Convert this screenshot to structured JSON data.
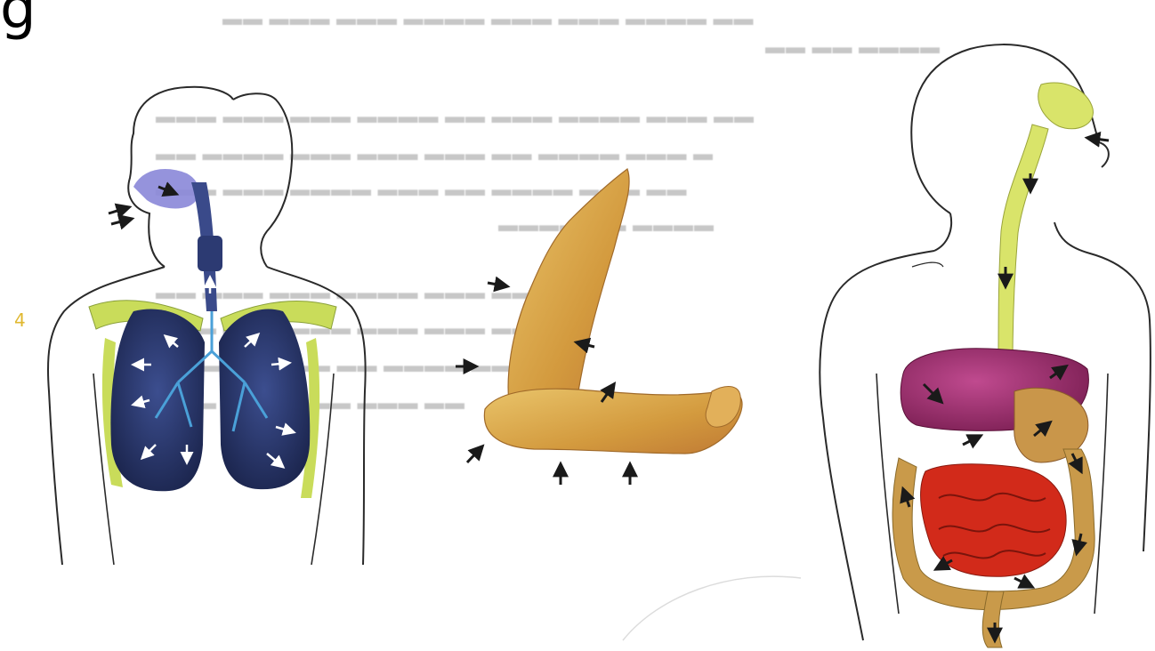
{
  "header_glyph": "g",
  "margin_mark": "4",
  "figures": [
    {
      "id": "respiratory",
      "icon": "lungs-figure"
    },
    {
      "id": "arm",
      "icon": "arm-figure"
    },
    {
      "id": "digestive",
      "icon": "digestive-figure"
    }
  ],
  "colors": {
    "outline": "#2a2a2a",
    "lungs": "#2e3f7a",
    "airway": "#8a87d8",
    "bone": "#c9dc5a",
    "arm": "#d9a64a",
    "liver": "#9a2a6a",
    "intestine": "#d22a1a",
    "colon": "#c99a4a",
    "esophagus": "#d9e46a"
  }
}
